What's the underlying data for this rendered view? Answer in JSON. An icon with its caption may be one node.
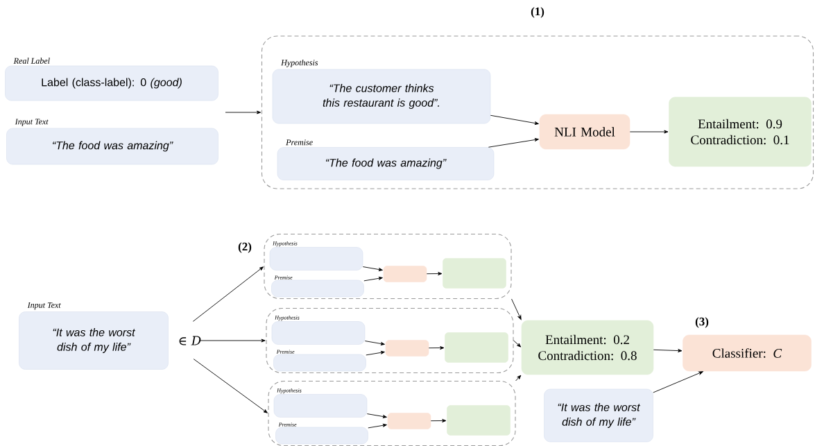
{
  "diagram": {
    "nodes": [
      {
        "text": [
          "Real Label",
          "Label (class-label):  0 *(good)*"
        ]
      },
      {
        "text": [
          "Input Text",
          "“The food was amazing”"
        ]
      },
      {
        "text": [],
        "shape": "box"
      },
      {
        "text": [
          "Hypothesis",
          "“The customer thinks this restaurant is good”."
        ],
        "in": 2
      },
      {
        "text": [
          "Premise",
          "“The food was amazing”"
        ],
        "in": 2
      },
      {
        "text": [
          "NLI Model"
        ],
        "in": 2
      },
      {
        "text": [
          "Entailment: 0.9",
          "Contradiction: 0.1"
        ],
        "in": 2
      },
      {
        "text": [
          "Input Text",
          "“It was the worst dish of my life”"
        ],
        "beside": [
          "∈ *D*"
        ]
      },
      {
        "text": [],
        "shape": "box"
      },
      {
        "text": [
          "Hypothesis"
        ],
        "in": 8
      },
      {
        "text": [
          "Premise"
        ],
        "in": 8
      },
      {
        "text": [],
        "shape": "box",
        "in": 8
      },
      {
        "text": [],
        "shape": "box",
        "in": 8
      },
      {
        "text": [],
        "shape": "box"
      },
      {
        "text": [
          "Hypothesis"
        ],
        "in": 13
      },
      {
        "text": [
          "Premise"
        ],
        "in": 13
      },
      {
        "text": [],
        "shape": "box",
        "in": 13
      },
      {
        "text": [],
        "shape": "box",
        "in": 13
      },
      {
        "text": [],
        "shape": "box"
      },
      {
        "text": [
          "Hypothesis"
        ],
        "in": 18
      },
      {
        "text": [
          "Premise"
        ],
        "in": 18
      },
      {
        "text": [],
        "shape": "box",
        "in": 18
      },
      {
        "text": [],
        "shape": "box",
        "in": 18
      },
      {
        "text": [
          "Entailment: 0.2",
          "Contradiction: 0.8"
        ]
      },
      {
        "text": [
          "Classifier: *C*"
        ]
      },
      {
        "text": [
          "“It was the worst dish of my life”"
        ]
      }
    ],
    "edges": [
      {
        "from": null,
        "to": 2,
        "arrow": "to"
      },
      {
        "from": 3,
        "to": 5,
        "arrow": "to"
      },
      {
        "from": 4,
        "to": 5,
        "arrow": "to"
      },
      {
        "from": 5,
        "to": 6,
        "arrow": "to"
      },
      {
        "from": 7,
        "to": 8,
        "arrow": "to"
      },
      {
        "from": 7,
        "to": 13,
        "arrow": "to"
      },
      {
        "from": 7,
        "to": 18,
        "arrow": "to"
      },
      {
        "from": 9,
        "to": 11,
        "arrow": "to"
      },
      {
        "from": 10,
        "to": 11,
        "arrow": "to"
      },
      {
        "from": 11,
        "to": 12,
        "arrow": "to"
      },
      {
        "from": 14,
        "to": 16,
        "arrow": "to"
      },
      {
        "from": 15,
        "to": 16,
        "arrow": "to"
      },
      {
        "from": 16,
        "to": 17,
        "arrow": "to"
      },
      {
        "from": 19,
        "to": 21,
        "arrow": "to"
      },
      {
        "from": 20,
        "to": 21,
        "arrow": "to"
      },
      {
        "from": 21,
        "to": 22,
        "arrow": "to"
      },
      {
        "from": 8,
        "to": 23,
        "arrow": "to"
      },
      {
        "from": 13,
        "to": 23,
        "arrow": "to"
      },
      {
        "from": 18,
        "to": 23,
        "arrow": "to"
      },
      {
        "from": 23,
        "to": 24,
        "arrow": "to"
      },
      {
        "from": 25,
        "to": 24,
        "arrow": "to"
      }
    ],
    "labels": [
      "(1)",
      "(2)",
      "(3)"
    ]
  }
}
